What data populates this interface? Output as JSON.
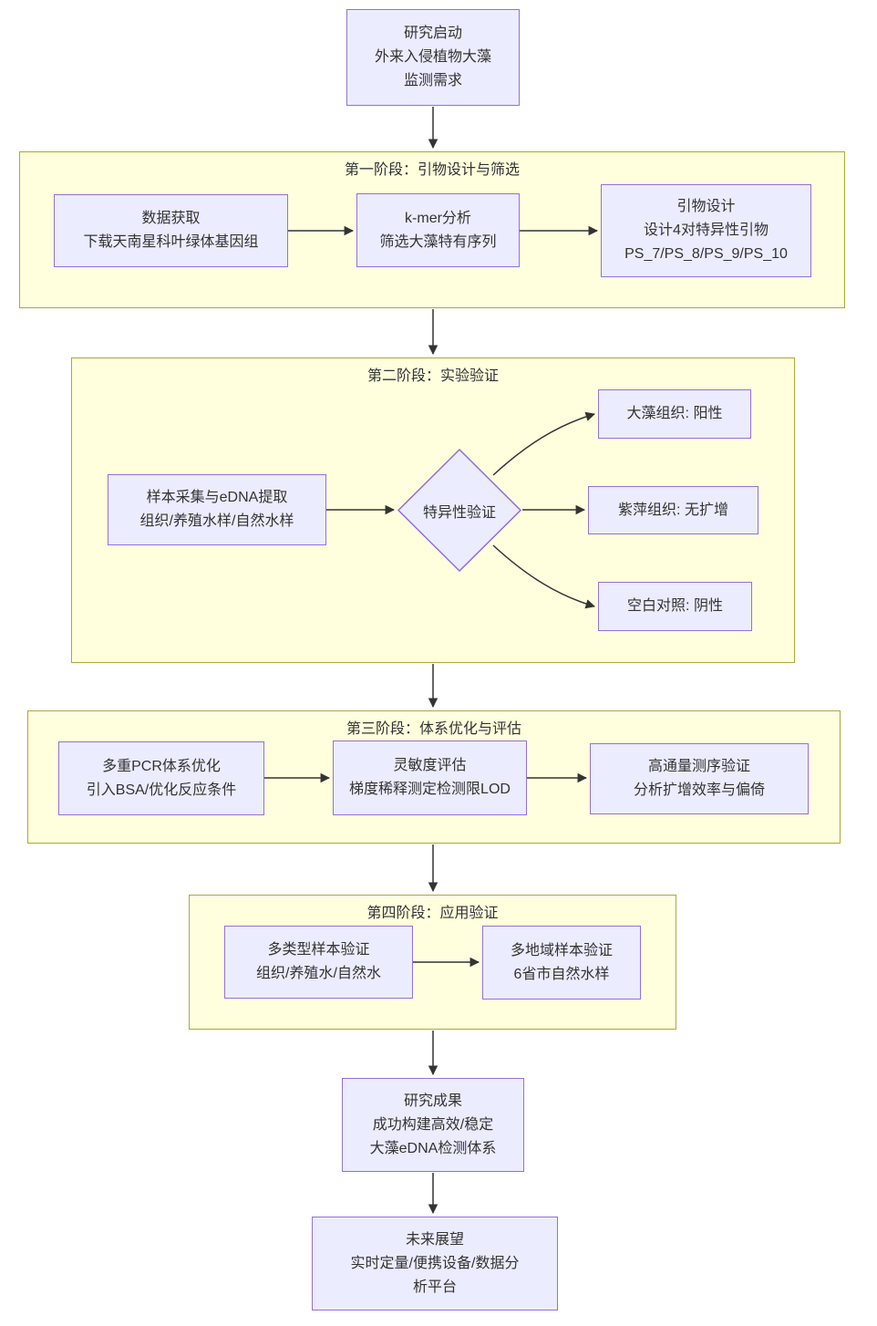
{
  "diagram": {
    "type": "flowchart",
    "direction": "top-down",
    "colors": {
      "node_fill": "#ECECFF",
      "node_border": "#9370DB",
      "cluster_fill": "#FFFFDE",
      "cluster_border": "#AAAA33",
      "arrow": "#333333",
      "text": "#333333"
    }
  },
  "clusters": {
    "stage1": {
      "label": "第一阶段：引物设计与筛选"
    },
    "stage2": {
      "label": "第二阶段：实验验证"
    },
    "stage3": {
      "label": "第三阶段：体系优化与评估"
    },
    "stage4": {
      "label": "第四阶段：应用验证"
    }
  },
  "nodes": {
    "start": {
      "lines": [
        "研究启动",
        "外来入侵植物大藻",
        "监测需求"
      ]
    },
    "data_acq": {
      "lines": [
        "数据获取",
        "下载天南星科叶绿体基因组"
      ]
    },
    "kmer": {
      "lines": [
        "k-mer分析",
        "筛选大藻特有序列"
      ]
    },
    "primer_design": {
      "lines": [
        "引物设计",
        "设计4对特异性引物",
        "PS_7/PS_8/PS_9/PS_10"
      ]
    },
    "sampling": {
      "lines": [
        "样本采集与eDNA提取",
        "组织/养殖水样/自然水样"
      ]
    },
    "specificity": {
      "lines": [
        "特异性验证"
      ]
    },
    "result_positive": {
      "lines": [
        "大藻组织: 阳性"
      ]
    },
    "result_no_amp": {
      "lines": [
        "紫萍组织: 无扩增"
      ]
    },
    "result_negative": {
      "lines": [
        "空白对照: 阴性"
      ]
    },
    "multiplex_pcr": {
      "lines": [
        "多重PCR体系优化",
        "引入BSA/优化反应条件"
      ]
    },
    "sensitivity": {
      "lines": [
        "灵敏度评估",
        "梯度稀释测定检测限LOD"
      ]
    },
    "hts_validation": {
      "lines": [
        "高通量测序验证",
        "分析扩增效率与偏倚"
      ]
    },
    "multi_type": {
      "lines": [
        "多类型样本验证",
        "组织/养殖水/自然水"
      ]
    },
    "multi_region": {
      "lines": [
        "多地域样本验证",
        "6省市自然水样"
      ]
    },
    "outcome": {
      "lines": [
        "研究成果",
        "成功构建高效/稳定",
        "大藻eDNA检测体系"
      ]
    },
    "future": {
      "lines": [
        "未来展望",
        "实时定量/便携设备/数据分",
        "析平台"
      ]
    }
  }
}
